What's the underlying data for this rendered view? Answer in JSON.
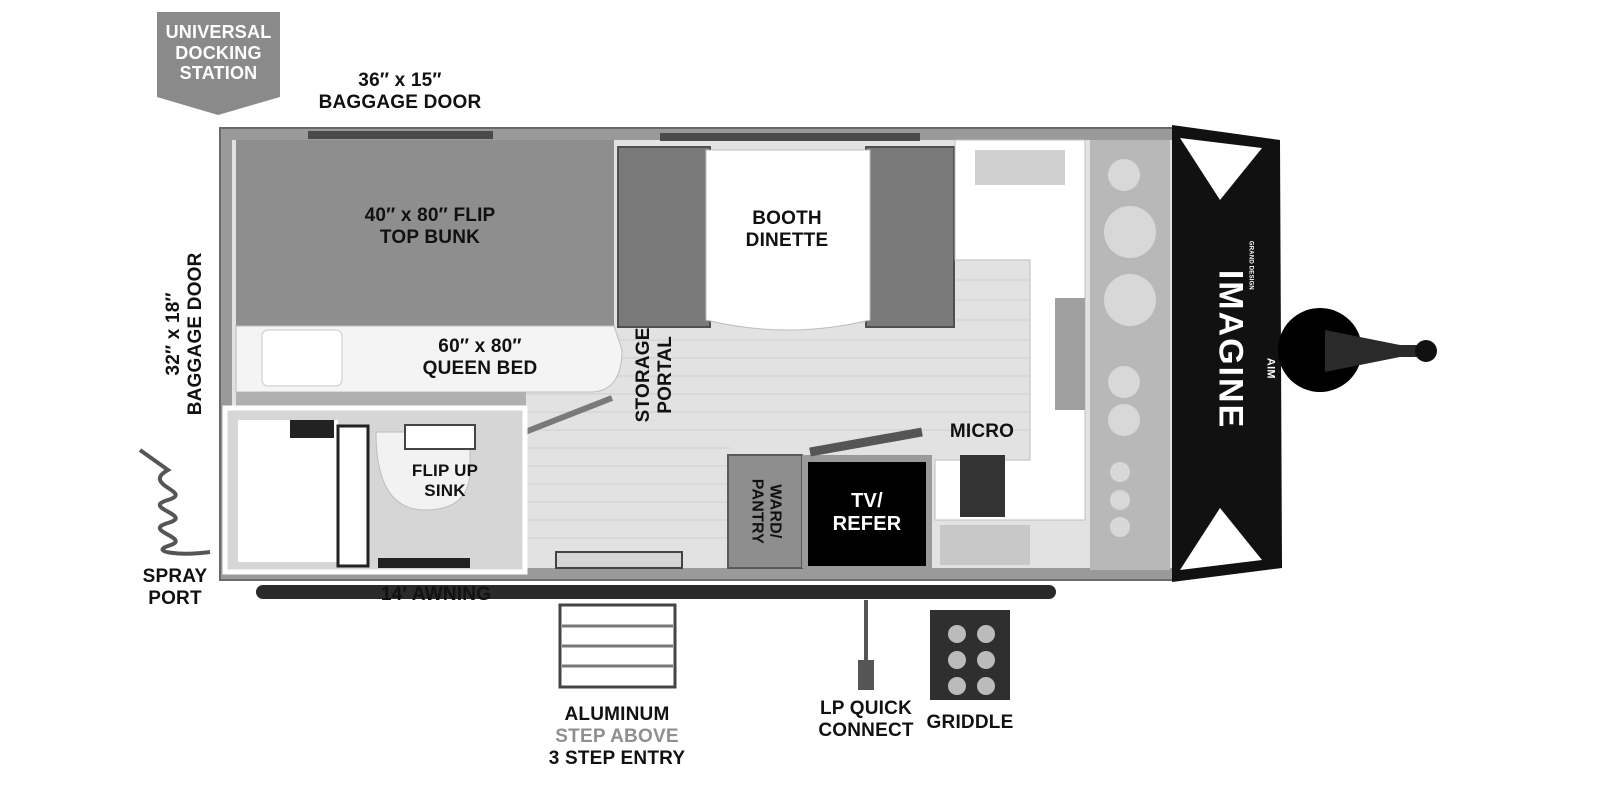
{
  "brand": {
    "name": "IMAGINE",
    "model": "AIM",
    "maker": "GRAND DESIGN"
  },
  "labels": {
    "docking_station": [
      "UNIVERSAL",
      "DOCKING",
      "STATION"
    ],
    "baggage_door_top": [
      "36″ x 15″",
      "BAGGAGE DOOR"
    ],
    "baggage_door_side": [
      "32″ x 18″",
      "BAGGAGE DOOR"
    ],
    "flip_top_bunk": [
      "40″ x 80″ FLIP",
      "TOP BUNK"
    ],
    "booth_dinette": [
      "BOOTH",
      "DINETTE"
    ],
    "queen_bed": [
      "60″ x 80″",
      "QUEEN BED"
    ],
    "storage_portal": [
      "STORAGE",
      "PORTAL"
    ],
    "flip_up_sink": [
      "FLIP UP",
      "SINK"
    ],
    "micro": "MICRO",
    "ward_pantry": [
      "WARD/",
      "PANTRY"
    ],
    "tv_refer": [
      "TV/",
      "REFER"
    ],
    "spray_port": [
      "SPRAY",
      "PORT"
    ],
    "awning": "14′ AWNING",
    "entry": {
      "line1": "ALUMINUM",
      "line2": "STEP ABOVE",
      "line3": "3 STEP ENTRY"
    },
    "lp_quick_connect": [
      "LP QUICK",
      "CONNECT"
    ],
    "griddle": "GRIDDLE"
  },
  "colors": {
    "wall": "#9a9a9a",
    "bunk": "#8e8e8e",
    "cushion": "#7a7a7a",
    "bed": "#f4f4f4",
    "floor": "#e2e2e2",
    "counter": "#ffffff",
    "refer": "#000000",
    "front_cap": "#111111",
    "badge": "#8a8a8a",
    "step_above": "#8f8f8f"
  }
}
